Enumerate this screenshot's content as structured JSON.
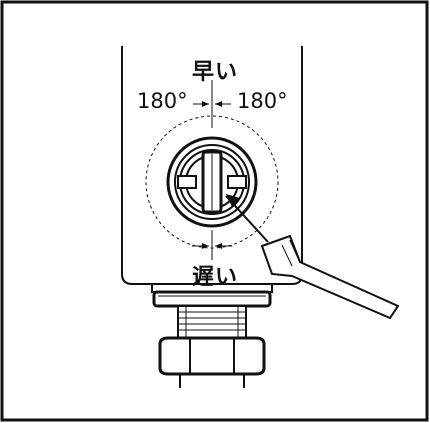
{
  "labels": {
    "fast": "早い",
    "slow": "遅い",
    "angle_left": "180°",
    "angle_right": "180°"
  },
  "colors": {
    "line": "#111111",
    "background": "#ffffff"
  }
}
